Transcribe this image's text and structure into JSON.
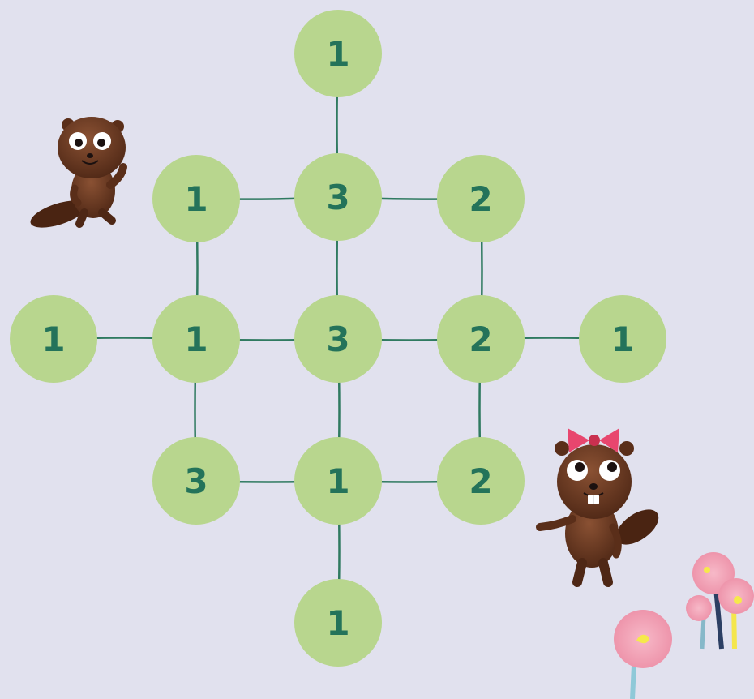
{
  "graph": {
    "nodes": [
      {
        "id": "top",
        "value": "1"
      },
      {
        "id": "r1c1",
        "value": "1"
      },
      {
        "id": "r1c2",
        "value": "3"
      },
      {
        "id": "r1c3",
        "value": "2"
      },
      {
        "id": "r2c0",
        "value": "1"
      },
      {
        "id": "r2c1",
        "value": "1"
      },
      {
        "id": "r2c2",
        "value": "3"
      },
      {
        "id": "r2c3",
        "value": "2"
      },
      {
        "id": "r2c4",
        "value": "1"
      },
      {
        "id": "r3c1",
        "value": "3"
      },
      {
        "id": "r3c2",
        "value": "1"
      },
      {
        "id": "r3c3",
        "value": "2"
      },
      {
        "id": "bottom",
        "value": "1"
      }
    ],
    "edges": [
      [
        "top",
        "r1c2"
      ],
      [
        "r1c1",
        "r1c2"
      ],
      [
        "r1c2",
        "r1c3"
      ],
      [
        "r1c1",
        "r2c1"
      ],
      [
        "r1c2",
        "r2c2"
      ],
      [
        "r1c3",
        "r2c3"
      ],
      [
        "r2c0",
        "r2c1"
      ],
      [
        "r2c1",
        "r2c2"
      ],
      [
        "r2c2",
        "r2c3"
      ],
      [
        "r2c3",
        "r2c4"
      ],
      [
        "r2c1",
        "r3c1"
      ],
      [
        "r2c2",
        "r3c2"
      ],
      [
        "r2c3",
        "r3c3"
      ],
      [
        "r3c1",
        "r3c2"
      ],
      [
        "r3c2",
        "r3c3"
      ],
      [
        "r3c2",
        "bottom"
      ]
    ]
  },
  "colors": {
    "background": "#e1e1ee",
    "node_fill": "#b8d68e",
    "node_text": "#24735a",
    "edge": "#2f7a60",
    "beaver_fur": "#6b3a22",
    "bow": "#e8466e",
    "flower": "#f2a3b8"
  },
  "decorations": {
    "characters": [
      "beaver-boy",
      "beaver-girl-with-bow"
    ],
    "plants": [
      "pink-flowers"
    ]
  }
}
